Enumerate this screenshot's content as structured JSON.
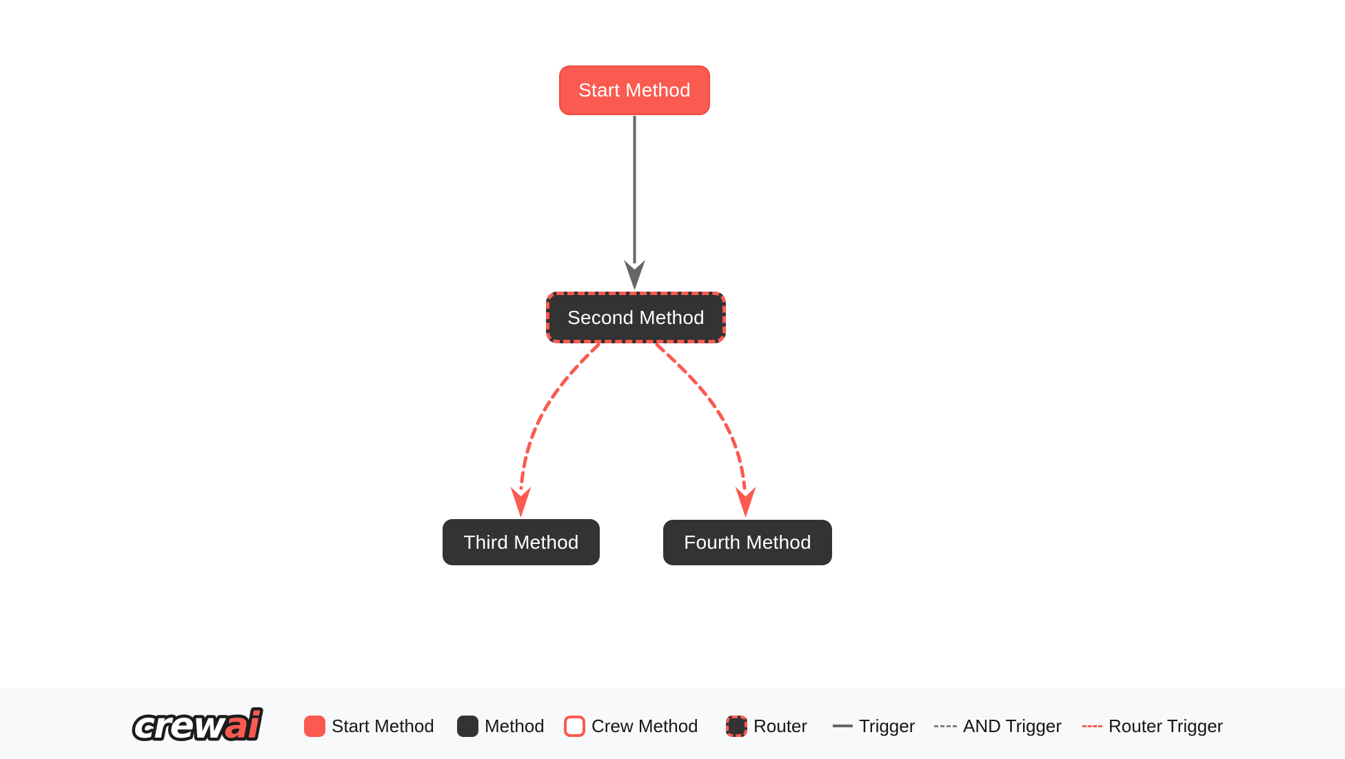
{
  "colors": {
    "accent_red": "#fa5a50",
    "node_dark": "#333333",
    "trigger_edge_gray": "#666666",
    "node_text": "#ffffff",
    "legend_background": "#f8f9fa",
    "legend_text": "#161616"
  },
  "nodes": [
    {
      "label": "Start Method",
      "type": "start"
    },
    {
      "label": "Second Method",
      "type": "router"
    },
    {
      "label": "Third Method",
      "type": "method"
    },
    {
      "label": "Fourth Method",
      "type": "method"
    }
  ],
  "edges": [
    {
      "from": "Start Method",
      "to": "Second Method",
      "type": "trigger",
      "style": "solid-gray"
    },
    {
      "from": "Second Method",
      "to": "Third Method",
      "type": "router-trigger",
      "style": "dashed-red"
    },
    {
      "from": "Second Method",
      "to": "Fourth Method",
      "type": "router-trigger",
      "style": "dashed-red"
    }
  ],
  "legend": {
    "logo_part1": "crew",
    "logo_part2": "ai",
    "items": [
      {
        "label": "Start Method",
        "swatch": "start-method-box"
      },
      {
        "label": "Method",
        "swatch": "method-box"
      },
      {
        "label": "Crew Method",
        "swatch": "crew-method-box"
      },
      {
        "label": "Router",
        "swatch": "router-box"
      },
      {
        "label": "Trigger",
        "swatch": "solid-gray-line"
      },
      {
        "label": "AND Trigger",
        "swatch": "dashed-gray-line"
      },
      {
        "label": "Router Trigger",
        "swatch": "dashed-red-line"
      }
    ]
  }
}
